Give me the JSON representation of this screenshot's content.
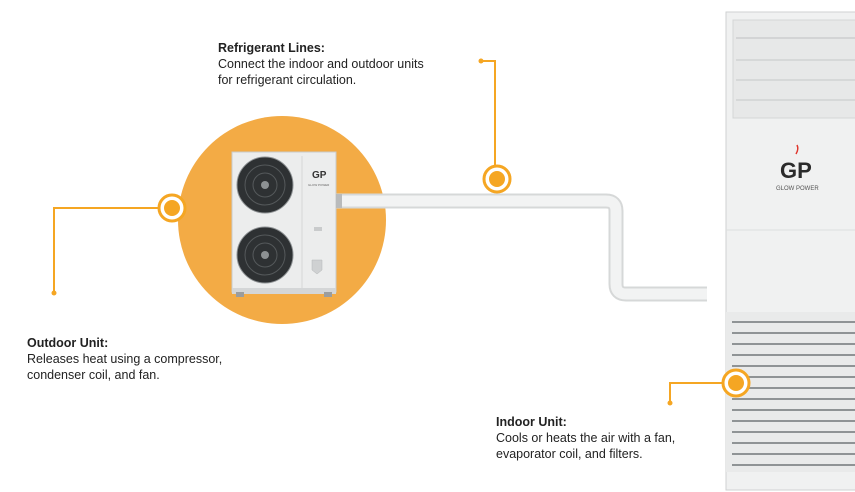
{
  "labels": {
    "refrigerant_lines": {
      "title": "Refrigerant Lines:",
      "line1": "Connect the indoor and outdoor units",
      "line2": "for refrigerant circulation."
    },
    "outdoor_unit": {
      "title": "Outdoor Unit:",
      "line1": "Releases heat using a compressor,",
      "line2": "condenser coil, and fan."
    },
    "indoor_unit": {
      "title": "Indoor Unit:",
      "line1": "Cools or heats the air with a fan,",
      "line2": "evaporator coil, and filters."
    }
  },
  "brand": {
    "logo_text": "GP",
    "name": "GLOW POWER"
  },
  "colors": {
    "accent": "#f5a623",
    "accent_circle": "#f3ab45",
    "unit_body": "#eceded",
    "pipe": "#e9eaea",
    "logo_red": "#e0362c"
  }
}
